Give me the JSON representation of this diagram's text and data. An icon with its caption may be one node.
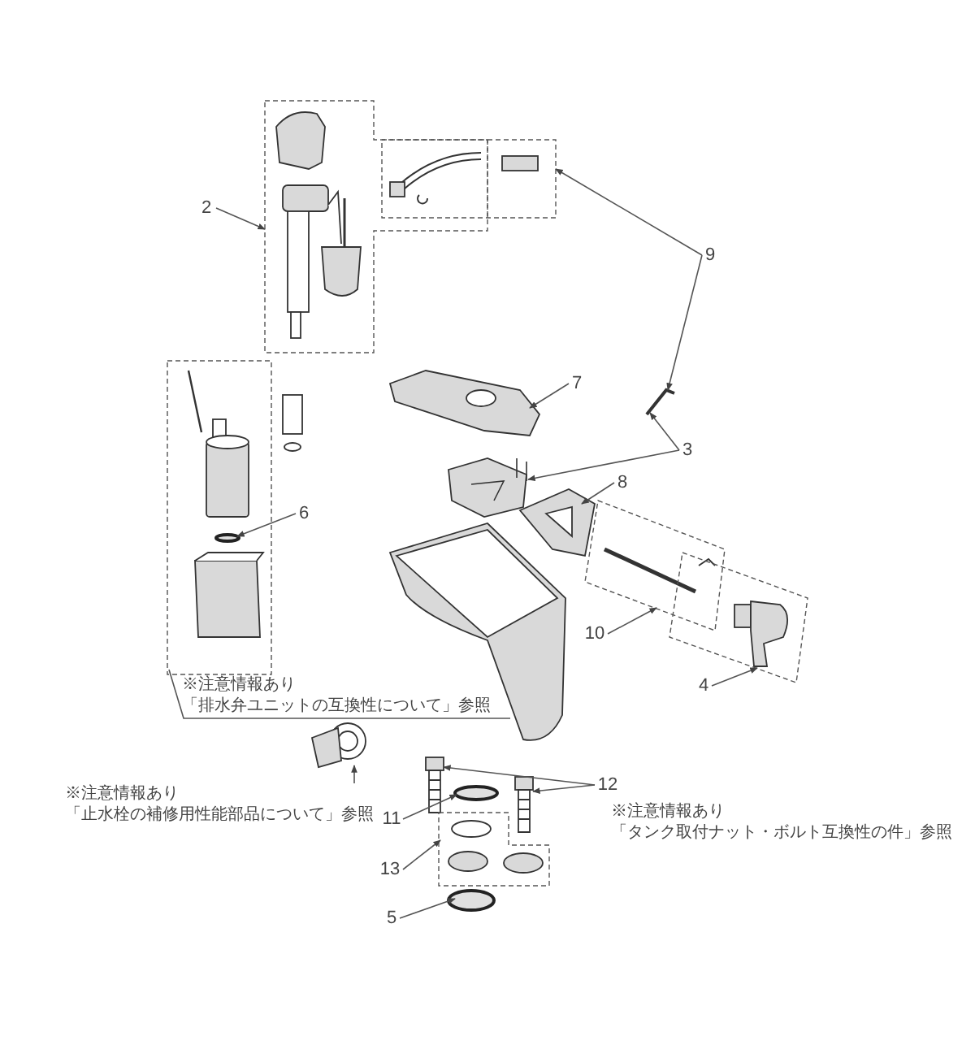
{
  "diagram": {
    "nodes": [
      {
        "text": [
          "2"
        ]
      },
      {
        "text": [
          "9"
        ]
      },
      {
        "text": [
          "7"
        ]
      },
      {
        "text": [
          "3"
        ]
      },
      {
        "text": [
          "8"
        ]
      },
      {
        "text": [
          "6"
        ]
      },
      {
        "text": [
          "10"
        ]
      },
      {
        "text": [
          "4"
        ]
      },
      {
        "text": [
          "※注意情報あり",
          "「排水弁ユニットの互換性について」参照"
        ]
      },
      {
        "text": [
          "※注意情報あり",
          "「止水栓の補修用性能部品について」参照"
        ]
      },
      {
        "text": [
          "12"
        ]
      },
      {
        "text": [
          "※注意情報あり",
          "「タンク取付ナット・ボルト互換性の件」参照"
        ]
      },
      {
        "text": [
          "11"
        ]
      },
      {
        "text": [
          "13"
        ]
      },
      {
        "text": [
          "5"
        ]
      },
      {
        "text": [],
        "shape": "box"
      },
      {
        "text": [],
        "shape": "box"
      },
      {
        "text": [],
        "shape": "picture"
      },
      {
        "text": [],
        "shape": "picture"
      },
      {
        "text": [],
        "shape": "picture"
      },
      {
        "text": [],
        "shape": "picture"
      },
      {
        "text": [],
        "shape": "box"
      },
      {
        "text": [],
        "shape": "circle",
        "in": 21
      },
      {
        "text": [],
        "shape": "box"
      },
      {
        "text": [],
        "shape": "box"
      },
      {
        "text": [],
        "shape": "picture"
      },
      {
        "text": [],
        "shape": "picture"
      },
      {
        "text": [],
        "shape": "picture"
      },
      {
        "text": [],
        "shape": "circle"
      },
      {
        "text": [],
        "shape": "box"
      },
      {
        "text": [],
        "shape": "circle"
      }
    ],
    "edges": [
      {
        "from": 0,
        "to": 15,
        "arrow": "to"
      },
      {
        "from": 1,
        "to": 16,
        "arrow": "to"
      },
      {
        "from": 1,
        "to": 17,
        "arrow": "to"
      },
      {
        "from": 2,
        "to": 18,
        "arrow": "to"
      },
      {
        "from": 3,
        "to": 17,
        "arrow": "to"
      },
      {
        "from": 3,
        "to": 19,
        "arrow": "to"
      },
      {
        "from": 4,
        "to": 20,
        "arrow": "to"
      },
      {
        "from": 5,
        "to": 22,
        "arrow": "to"
      },
      {
        "from": 6,
        "to": 23,
        "arrow": "to"
      },
      {
        "from": 7,
        "to": 24,
        "arrow": "to"
      },
      {
        "from": 8,
        "to": 21,
        "arrow": "none"
      },
      {
        "from": 9,
        "to": 25,
        "arrow": "to"
      },
      {
        "from": 10,
        "to": 26,
        "arrow": "to"
      },
      {
        "from": 10,
        "to": 27,
        "arrow": "to"
      },
      {
        "from": 12,
        "to": 28,
        "arrow": "to"
      },
      {
        "from": 13,
        "to": 29,
        "arrow": "to"
      },
      {
        "from": 14,
        "to": 30,
        "arrow": "to"
      }
    ]
  }
}
